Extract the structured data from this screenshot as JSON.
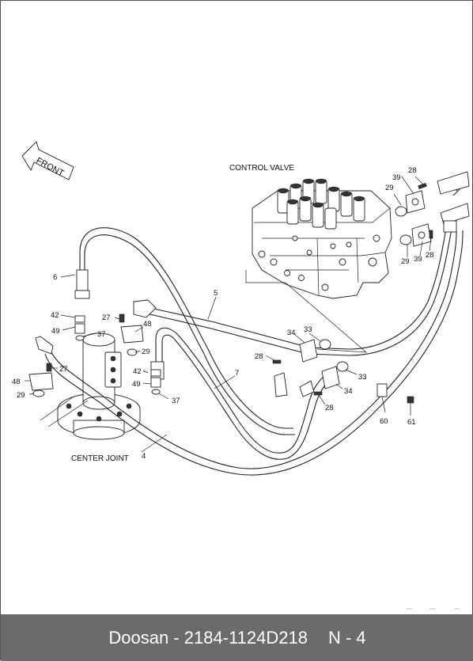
{
  "diagram": {
    "group_labels": {
      "control_valve": "CONTROL VALVE",
      "center_joint": "CENTER JOINT",
      "front_arrow": "FRONT"
    },
    "callouts": [
      "28",
      "39",
      "29",
      "39",
      "29",
      "28",
      "6",
      "5",
      "42",
      "27",
      "48",
      "49",
      "37",
      "29",
      "34",
      "33",
      "28",
      "42",
      "7",
      "49",
      "37",
      "27",
      "48",
      "29",
      "33",
      "34",
      "28",
      "60",
      "61",
      "4"
    ]
  },
  "footer": {
    "brand": "Doosan",
    "separator": "-",
    "part_number": "2184-1124D218",
    "page": "N - 4"
  }
}
